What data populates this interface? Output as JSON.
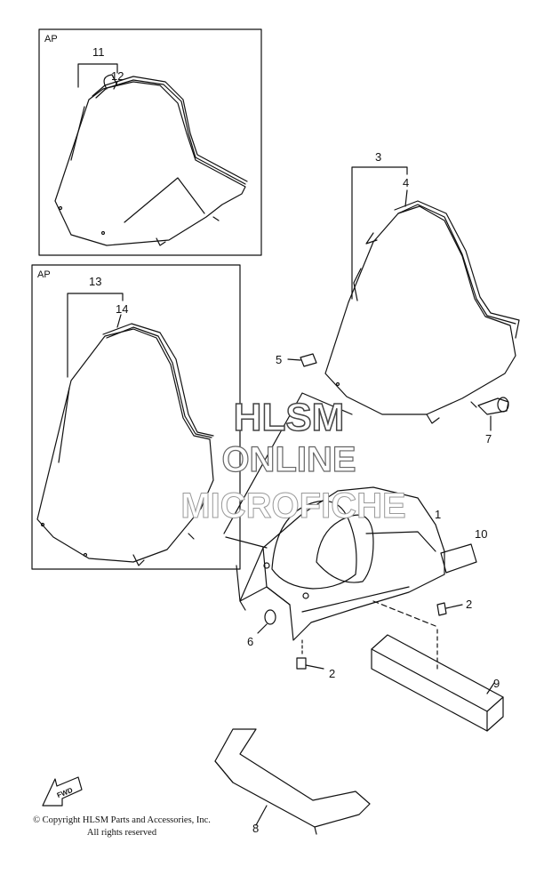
{
  "inset_boxes": [
    {
      "label": "AP",
      "callouts": [
        "11",
        "12"
      ]
    },
    {
      "label": "AP",
      "callouts": [
        "13",
        "14"
      ]
    }
  ],
  "callouts": [
    "1",
    "2",
    "2",
    "3",
    "4",
    "5",
    "6",
    "7",
    "8",
    "9",
    "10",
    "11",
    "12",
    "13",
    "14"
  ],
  "watermark": {
    "line1": "HLSM",
    "line2": "ONLINE",
    "line3": "MICROFICHE"
  },
  "fwd_label": "FWD",
  "copyright": {
    "line1": "© Copyright HLSM Parts and Accessories, Inc.",
    "line2": "All rights reserved"
  },
  "colors": {
    "ink": "#111111",
    "watermark_fill": "#ffffff",
    "watermark_stroke": "#444444"
  }
}
